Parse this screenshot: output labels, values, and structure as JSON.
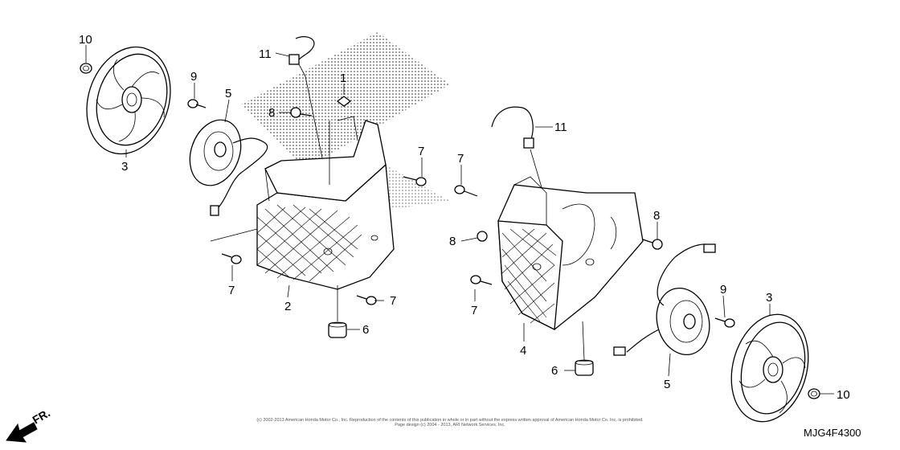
{
  "diagram": {
    "callouts": {
      "left_10": "10",
      "left_3": "3",
      "left_9": "9",
      "left_5": "5",
      "left_11": "11",
      "left_8": "8",
      "left_1": "1",
      "left_7a": "7",
      "left_7b": "7",
      "left_7c": "7",
      "left_2": "2",
      "left_6": "6",
      "right_11": "11",
      "right_7a": "7",
      "right_8a": "8",
      "right_8b": "8",
      "right_7b": "7",
      "right_4": "4",
      "right_6": "6",
      "right_9": "9",
      "right_3": "3",
      "right_5": "5",
      "right_10": "10"
    },
    "direction_label": "FR.",
    "diagram_code": "MJG4F4300",
    "copyright_line1": "(c) 2002-2013 American Honda Motor Co., Inc. Reproduction of the contents of this publication in whole or in part without the express written approval of American Honda Motor Co. Inc. is prohibited.",
    "copyright_line2": "Page design (c) 2004 - 2013, ARI Network Services, Inc."
  }
}
